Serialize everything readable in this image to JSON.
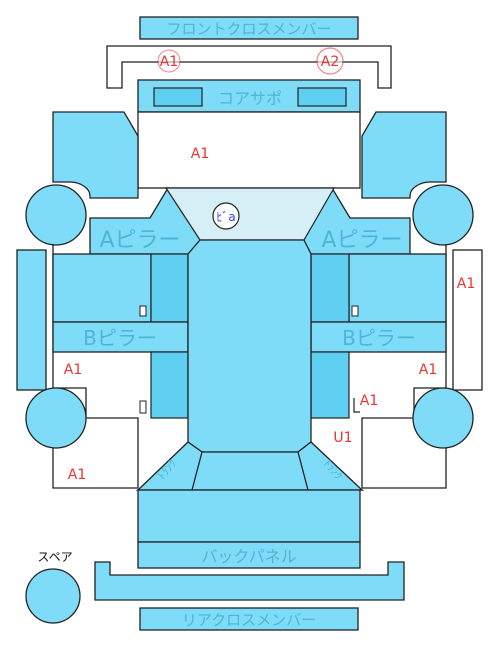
{
  "parts": {
    "front_cross_member": "フロントクロスメンバー",
    "core_support": "コアサポ",
    "a_pillar_left": "Aピラー",
    "a_pillar_right": "Aピラー",
    "b_pillar_left": "Bピラー",
    "b_pillar_right": "Bピラー",
    "back_panel": "バックパネル",
    "rear_cross_member": "リアクロスメンバー",
    "spare": "スペア",
    "roof_marker": "ﾋﾞa",
    "trunk_left": "ﾄﾗﾝｸ",
    "trunk_right": "ﾄﾗﾝｸ"
  },
  "damage_codes": [
    {
      "name": "code-front-cross-a1",
      "code": "A1"
    },
    {
      "name": "code-front-cross-a2",
      "code": "A2"
    },
    {
      "name": "code-hood",
      "code": "A1"
    },
    {
      "name": "code-right-side-sill",
      "code": "A1"
    },
    {
      "name": "code-left-rear-door",
      "code": "A1"
    },
    {
      "name": "code-right-rear-door",
      "code": "A1"
    },
    {
      "name": "code-right-rear-door-2",
      "code": "A1"
    },
    {
      "name": "code-right-quarter",
      "code": "U1"
    },
    {
      "name": "code-left-quarter",
      "code": "A1"
    }
  ],
  "colors": {
    "part_fill": "#7fdcf8",
    "part_dark": "#5fd0f2",
    "glass": "#d6eef6",
    "label": "#4cb5d8",
    "damage_code": "#ee3333",
    "marker": "#3344ee"
  }
}
